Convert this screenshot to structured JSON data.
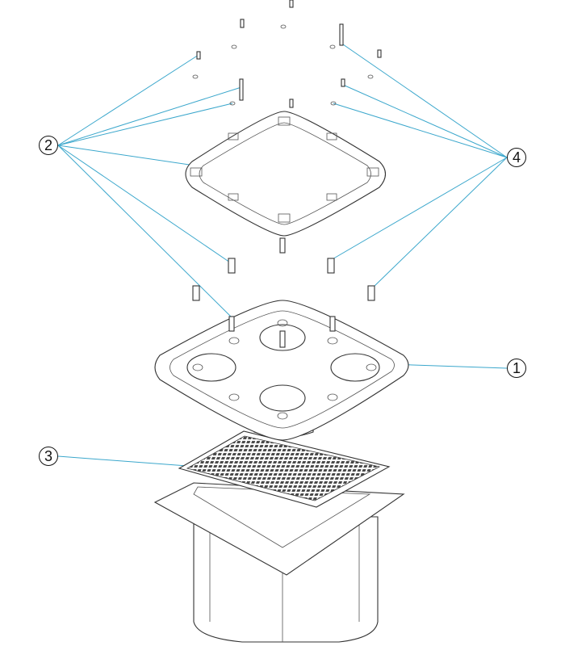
{
  "colors": {
    "leader": "#3ba7cc",
    "outline": "#333333"
  },
  "callouts": [
    {
      "label": "1",
      "part": "skimmer-body"
    },
    {
      "label": "2",
      "part": "screws-left"
    },
    {
      "label": "3",
      "part": "grate"
    },
    {
      "label": "4",
      "part": "screws-right"
    }
  ]
}
